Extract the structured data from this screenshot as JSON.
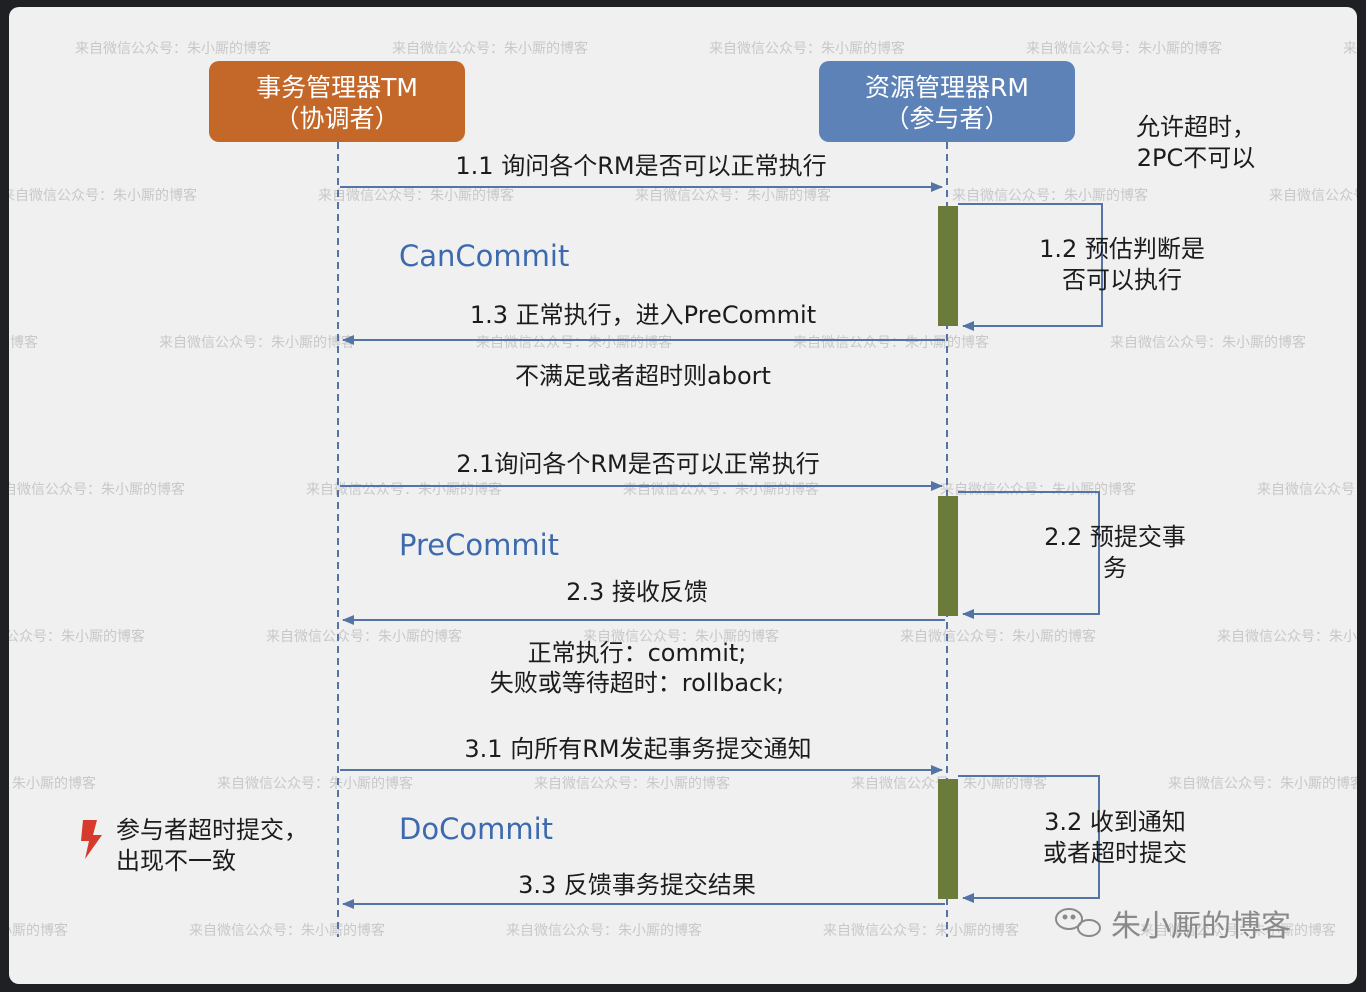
{
  "watermark": "来自微信公众号：朱小厮的博客",
  "actors": {
    "tm": {
      "line1": "事务管理器TM",
      "line2": "（协调者）"
    },
    "rm": {
      "line1": "资源管理器RM",
      "line2": "（参与者）"
    }
  },
  "note_timeout": {
    "line1": "允许超时，",
    "line2": "2PC不可以"
  },
  "phases": {
    "cancommit": "CanCommit",
    "precommit": "PreCommit",
    "docommit": "DoCommit"
  },
  "messages": {
    "m11": "1.1 询问各个RM是否可以正常执行",
    "m12_line1": "1.2 预估判断是",
    "m12_line2": "否可以执行",
    "m13": "1.3 正常执行，进入PreCommit",
    "m13_note": "不满足或者超时则abort",
    "m21": "2.1询问各个RM是否可以正常执行",
    "m22_line1": "2.2 预提交事",
    "m22_line2": "务",
    "m23": "2.3 接收反馈",
    "m23_note_line1": "正常执行：commit;",
    "m23_note_line2": "失败或等待超时：rollback;",
    "m31": "3.1 向所有RM发起事务提交通知",
    "m32_line1": "3.2 收到通知",
    "m32_line2": "或者超时提交",
    "m33": "3.3 反馈事务提交结果"
  },
  "warning": {
    "line1": "参与者超时提交，",
    "line2": "出现不一致"
  },
  "brand": "朱小厮的博客",
  "colors": {
    "tm_box": "#c4682a",
    "rm_box": "#5d82b8",
    "arrow": "#5574a6",
    "activation": "#6b7b3a",
    "phase_text": "#3d6aae",
    "warning_icon": "#d63a2c"
  }
}
